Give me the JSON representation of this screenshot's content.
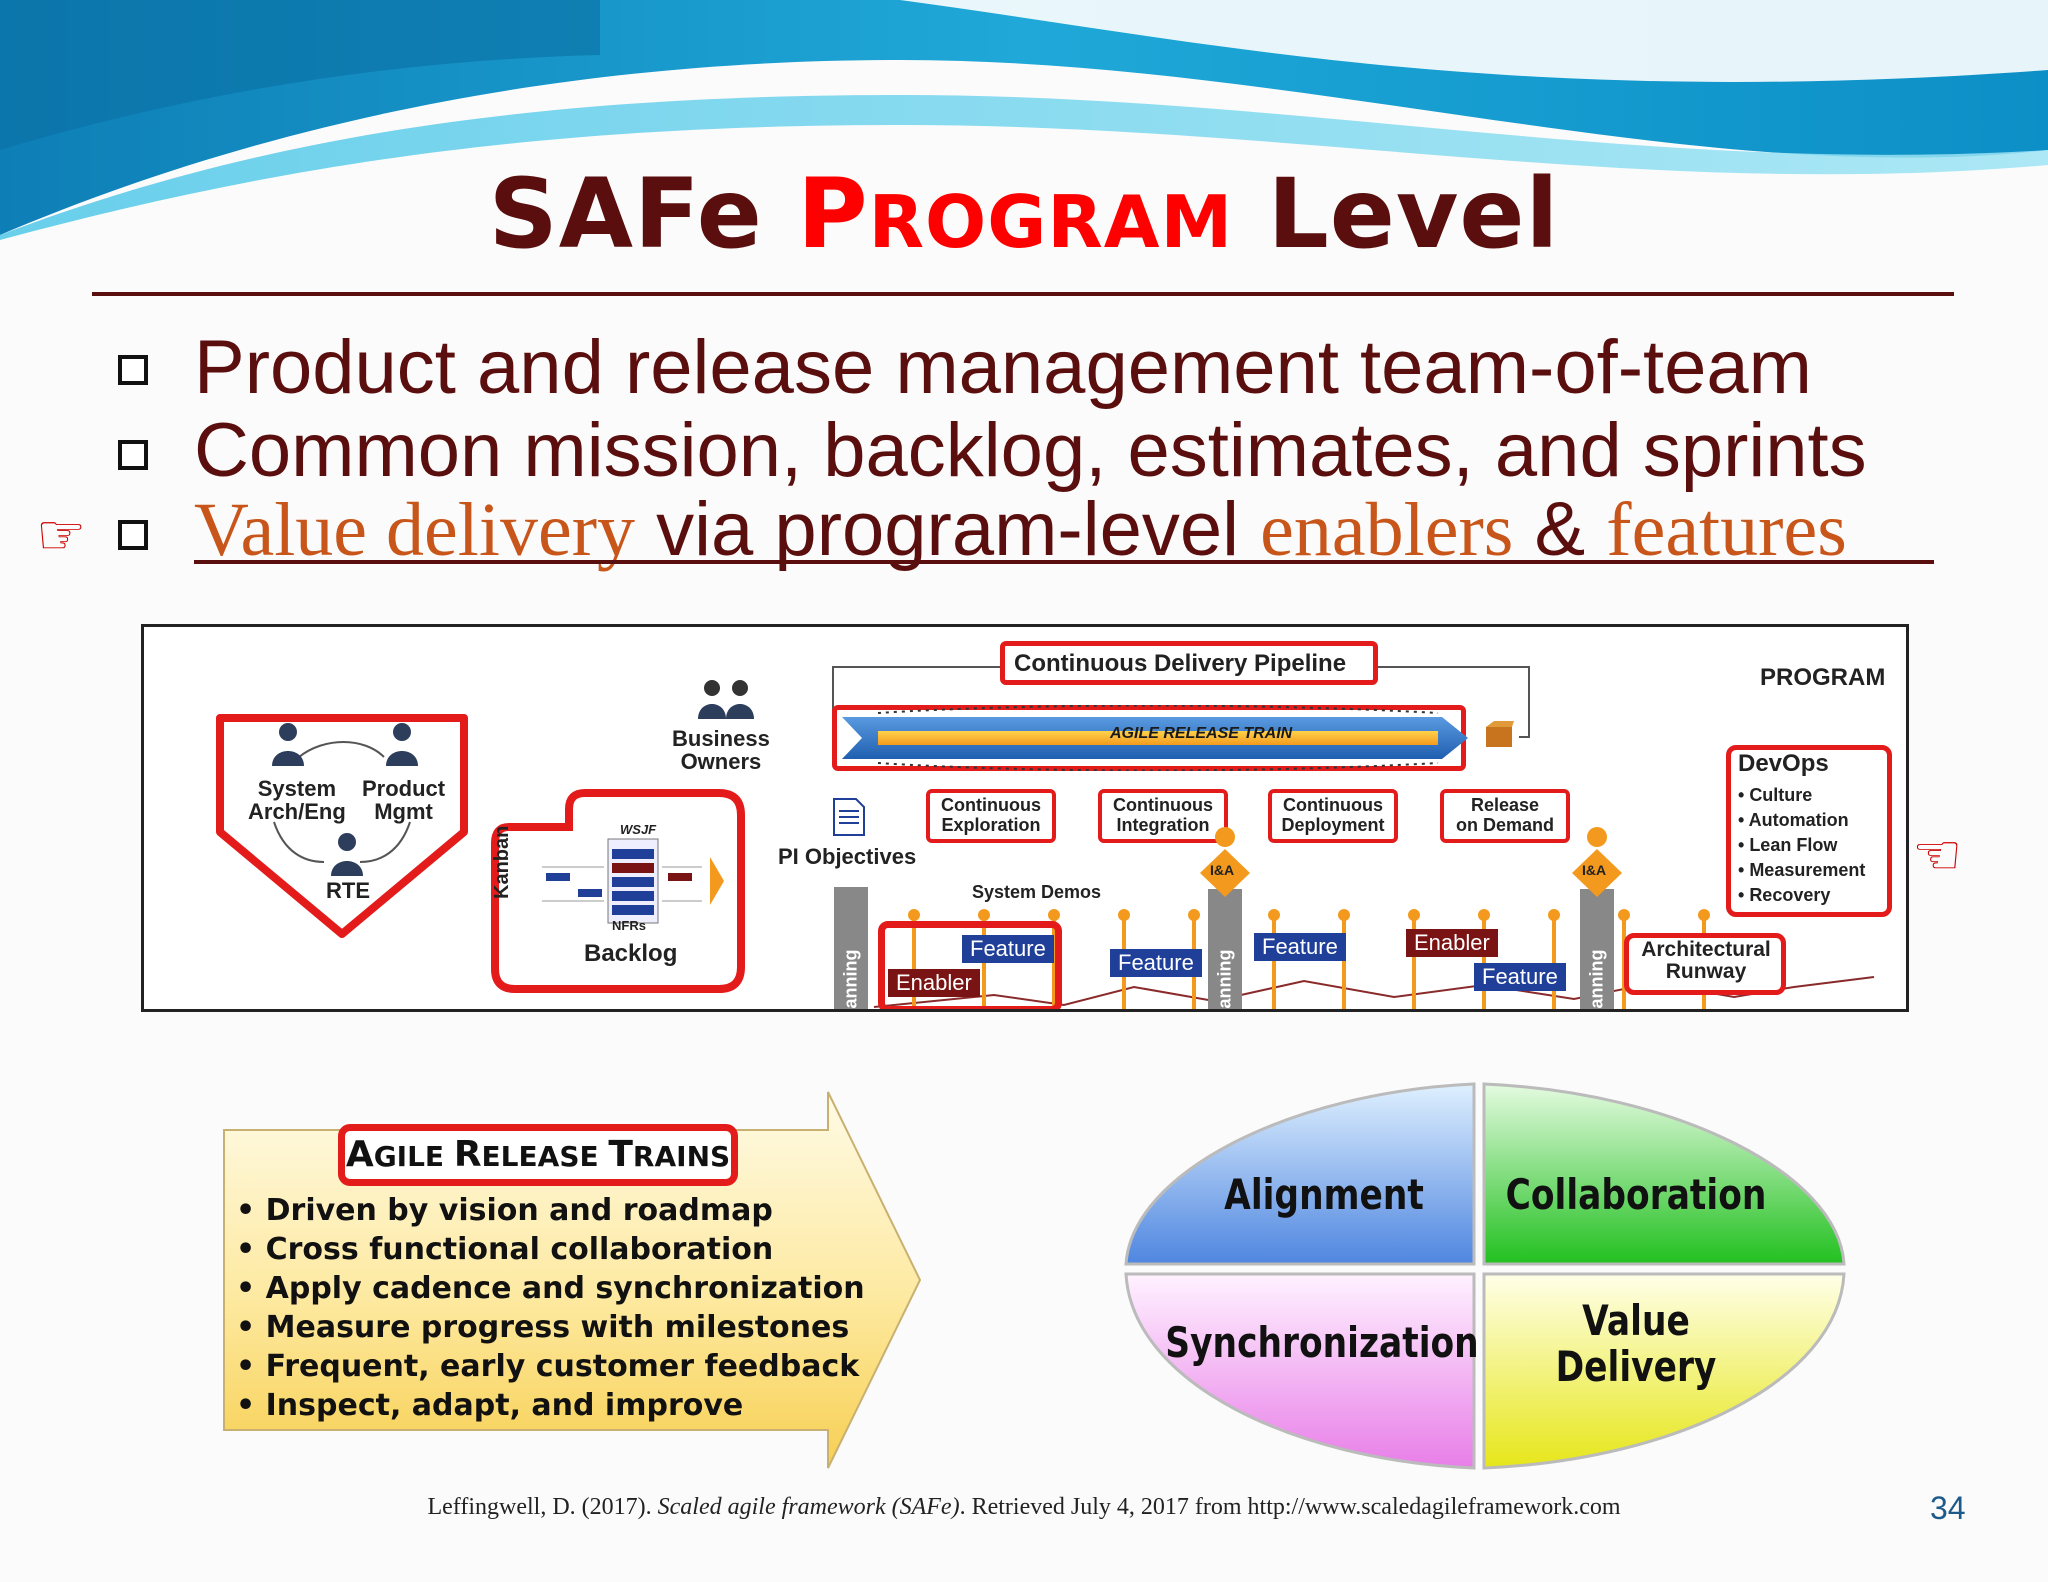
{
  "slide": {
    "title": {
      "part1": "SAFe",
      "part2_first": "P",
      "part2_rest": "ROGRAM",
      "part3": "Level"
    },
    "bullets": [
      {
        "text": "Product and release management team-of-team"
      },
      {
        "text": "Common mission, backlog, estimates, and sprints"
      },
      {
        "seg1": "Value delivery",
        "seg2": " via program-level ",
        "seg3": "enablers",
        "seg4": " & ",
        "seg5": "features"
      }
    ],
    "hand_icon_left": "pointing-hand-icon",
    "hand_icon_right": "pointing-hand-icon",
    "hand_glyph": "☞",
    "page_number": "34"
  },
  "diagram": {
    "roles": {
      "system": "System",
      "arch": "Arch/Eng",
      "product": "Product",
      "mgmt": "Mgmt",
      "rte": "RTE"
    },
    "business_owners": {
      "line1": "Business",
      "line2": "Owners"
    },
    "pi_objectives": "PI Objectives",
    "kanban": "Kanban",
    "wsjf": "WSJF",
    "nfrs": "NFRs",
    "backlog": "Backlog",
    "cdp": "Continuous Delivery Pipeline",
    "art_banner": "AGILE RELEASE TRAIN",
    "program": "PROGRAM",
    "stages": [
      {
        "l1": "Continuous",
        "l2": "Exploration"
      },
      {
        "l1": "Continuous",
        "l2": "Integration"
      },
      {
        "l1": "Continuous",
        "l2": "Deployment"
      },
      {
        "l1": "Release",
        "l2": "on Demand"
      }
    ],
    "system_demos": "System Demos",
    "pi_planning": "PI Planning",
    "ia": "I&A",
    "feature": "Feature",
    "enabler": "Enabler",
    "devops": {
      "title": "DevOps",
      "items": [
        "Culture",
        "Automation",
        "Lean Flow",
        "Measurement",
        "Recovery"
      ]
    },
    "arch_runway": {
      "l1": "Architectural",
      "l2": "Runway"
    }
  },
  "art": {
    "title_big1": "A",
    "title_small1": "GILE ",
    "title_big2": "R",
    "title_small2": "ELEASE ",
    "title_big3": "T",
    "title_small3": "RAINS",
    "items": [
      "Driven by vision and roadmap",
      "Cross functional collaboration",
      "Apply cadence and synchronization",
      "Measure progress with milestones",
      "Frequent, early customer feedback",
      "Inspect, adapt, and improve"
    ]
  },
  "quadrant": {
    "alignment": "Alignment",
    "collaboration": "Collaboration",
    "synchronization": "Synchronization",
    "value1": "Value",
    "value2": "Delivery"
  },
  "footer": {
    "pre": "Leffingwell, D. (2017). ",
    "italic": "Scaled agile framework (SAFe)",
    "post": ". Retrieved July 4, 2017 from http://www.scaledagileframework.com"
  },
  "colors": {
    "title_dark": "#5a0e0e",
    "title_red": "#ff0000",
    "accent_orange": "#c8561a",
    "highlight_red": "#e41b1b",
    "feature_blue": "#1f3f99",
    "enabler_maroon": "#7a1414"
  }
}
